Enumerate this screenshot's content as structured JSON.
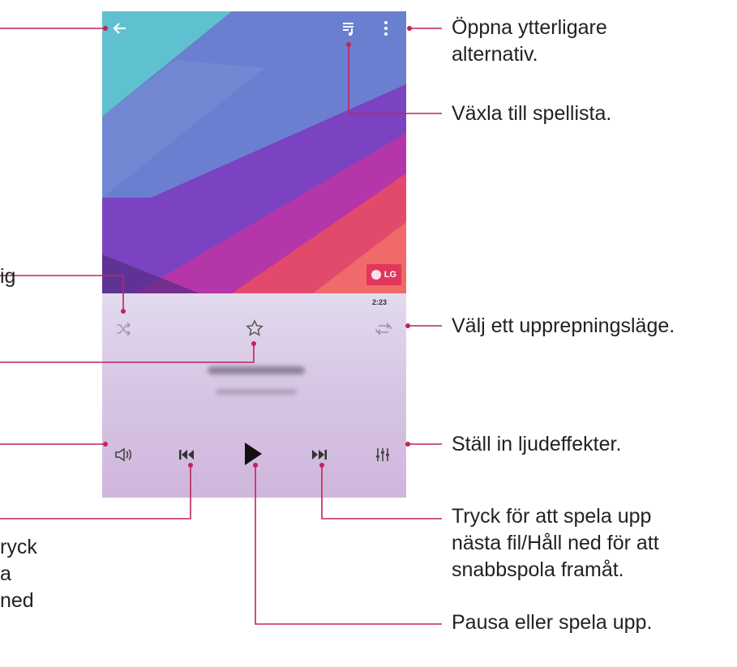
{
  "callouts": {
    "more_options": "Öppna ytterligare\nalternativ.",
    "playlist": "Växla till spellista.",
    "repeat": "Välj ett upprepningsläge.",
    "effects": "Ställ in ljudeffekter.",
    "next": "Tryck för att spela upp\nnästa fil/Håll ned för att\nsnabbspola framåt.",
    "play": "Pausa eller spela upp.",
    "shuffle_partial": "ig",
    "prev_partial": "ryck\na\nned"
  },
  "player": {
    "time": "2:23",
    "brand": "LG"
  },
  "icons": {
    "back": "back-arrow-icon",
    "playlist": "playlist-icon",
    "more": "more-vert-icon",
    "shuffle": "shuffle-icon",
    "favorite": "star-icon",
    "repeat": "repeat-icon",
    "volume": "volume-icon",
    "previous": "previous-icon",
    "play": "play-icon",
    "next": "next-icon",
    "equalizer": "equalizer-icon"
  },
  "colors": {
    "callout_line": "#c0245a",
    "lg_badge": "#e2365c"
  }
}
